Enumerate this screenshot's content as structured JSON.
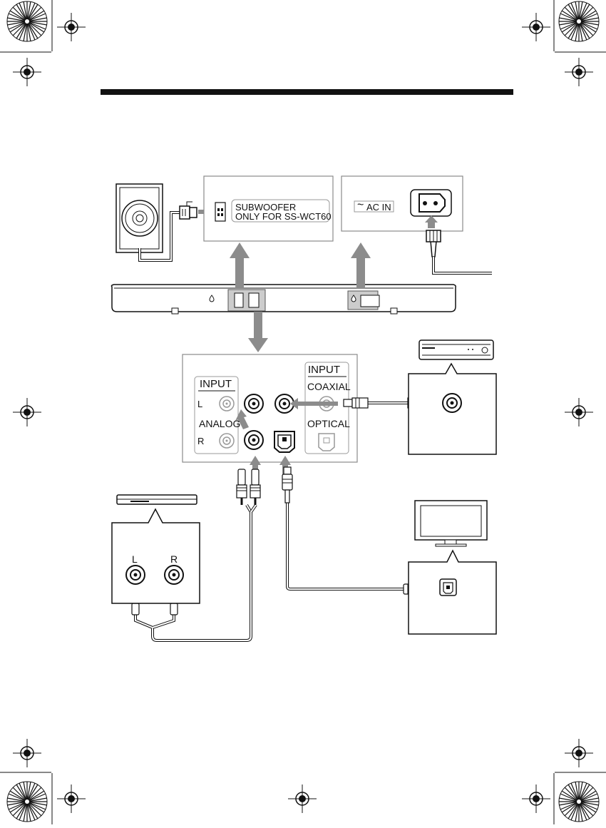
{
  "subwoofer_panel": {
    "label_line1": "SUBWOOFER",
    "label_line2": "ONLY FOR SS-WCT60"
  },
  "ac_panel": {
    "label": "AC IN",
    "tilde": "~"
  },
  "input_panel": {
    "analog_header": "INPUT",
    "analog_label": "ANALOG",
    "left_label": "L",
    "right_label": "R",
    "digital_header": "INPUT",
    "coaxial_label": "COAXIAL",
    "optical_label": "OPTICAL"
  },
  "analog_device": {
    "left_label": "L",
    "right_label": "R"
  },
  "colors": {
    "arrow_gray": "#8c8c8c",
    "panel_border": "#8a8a8a",
    "line": "#222222"
  }
}
